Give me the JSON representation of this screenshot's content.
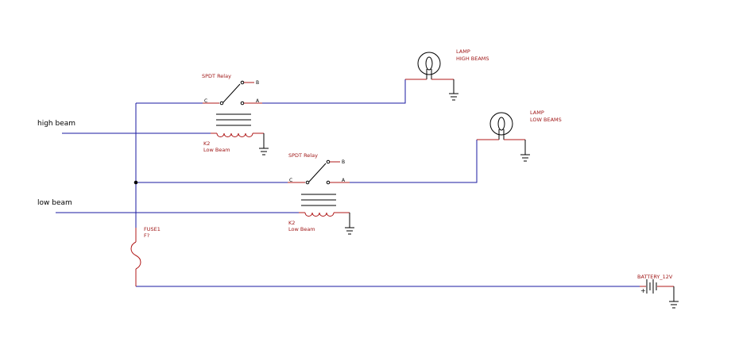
{
  "inputs": {
    "high_beam": "high beam",
    "low_beam": "low beam"
  },
  "relay_top": {
    "title": "SPDT Relay",
    "pin_b": "B",
    "pin_a": "A",
    "pin_c": "C",
    "coil_ref": "K2",
    "coil_name": "Low Beam"
  },
  "relay_bottom": {
    "title": "SPDT Relay",
    "pin_b": "B",
    "pin_a": "A",
    "pin_c": "C",
    "coil_ref": "K2",
    "coil_name": "Low Beam"
  },
  "lamp_high": {
    "line1": "LAMP",
    "line2": "HIGH BEAMS"
  },
  "lamp_low": {
    "line1": "LAMP",
    "line2": "LOW BEAMS"
  },
  "fuse": {
    "ref": "FUSE1",
    "value": "F?"
  },
  "battery": {
    "label": "BATTERY_12V",
    "plus": "+"
  },
  "colors": {
    "wire": "#1a1aa0",
    "component": "#b01818",
    "ground": "#000000"
  }
}
